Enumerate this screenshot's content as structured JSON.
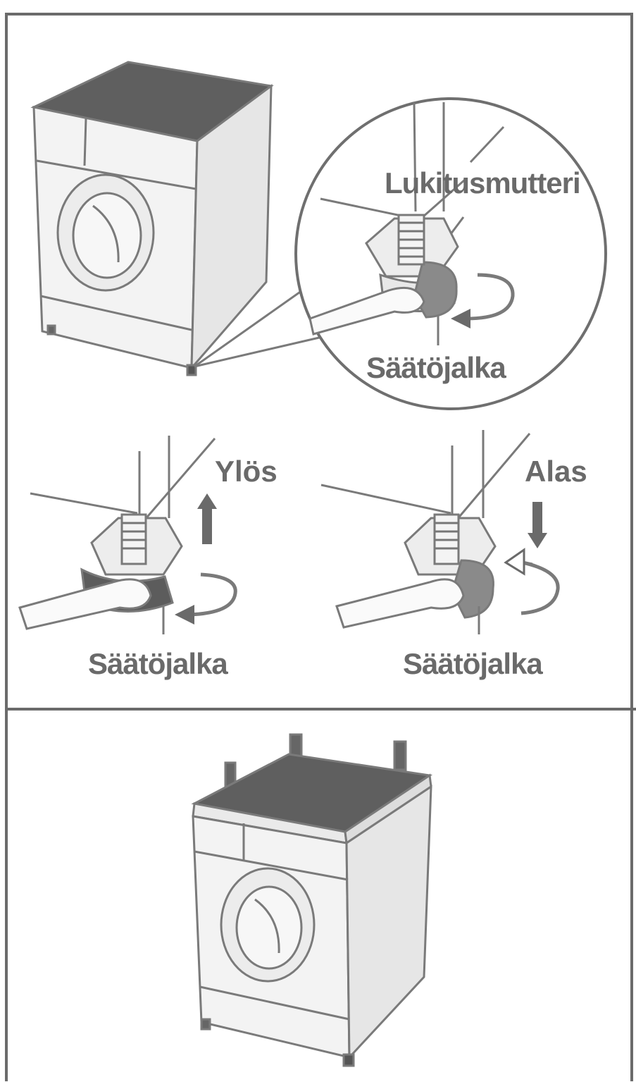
{
  "labels": {
    "lock_nut": "Lukitusmutteri",
    "adjusting_foot_detail": "Säätöjalka",
    "up": "Ylös",
    "down": "Alas",
    "adjusting_foot_left": "Säätöjalka",
    "adjusting_foot_right": "Säätöjalka"
  },
  "colors": {
    "frame": "#6b6b6b",
    "label_text": "#6a6a6a",
    "machine_top": "#5f5f5f",
    "machine_body": "#f2f2f2",
    "outline": "#7a7a7a"
  }
}
